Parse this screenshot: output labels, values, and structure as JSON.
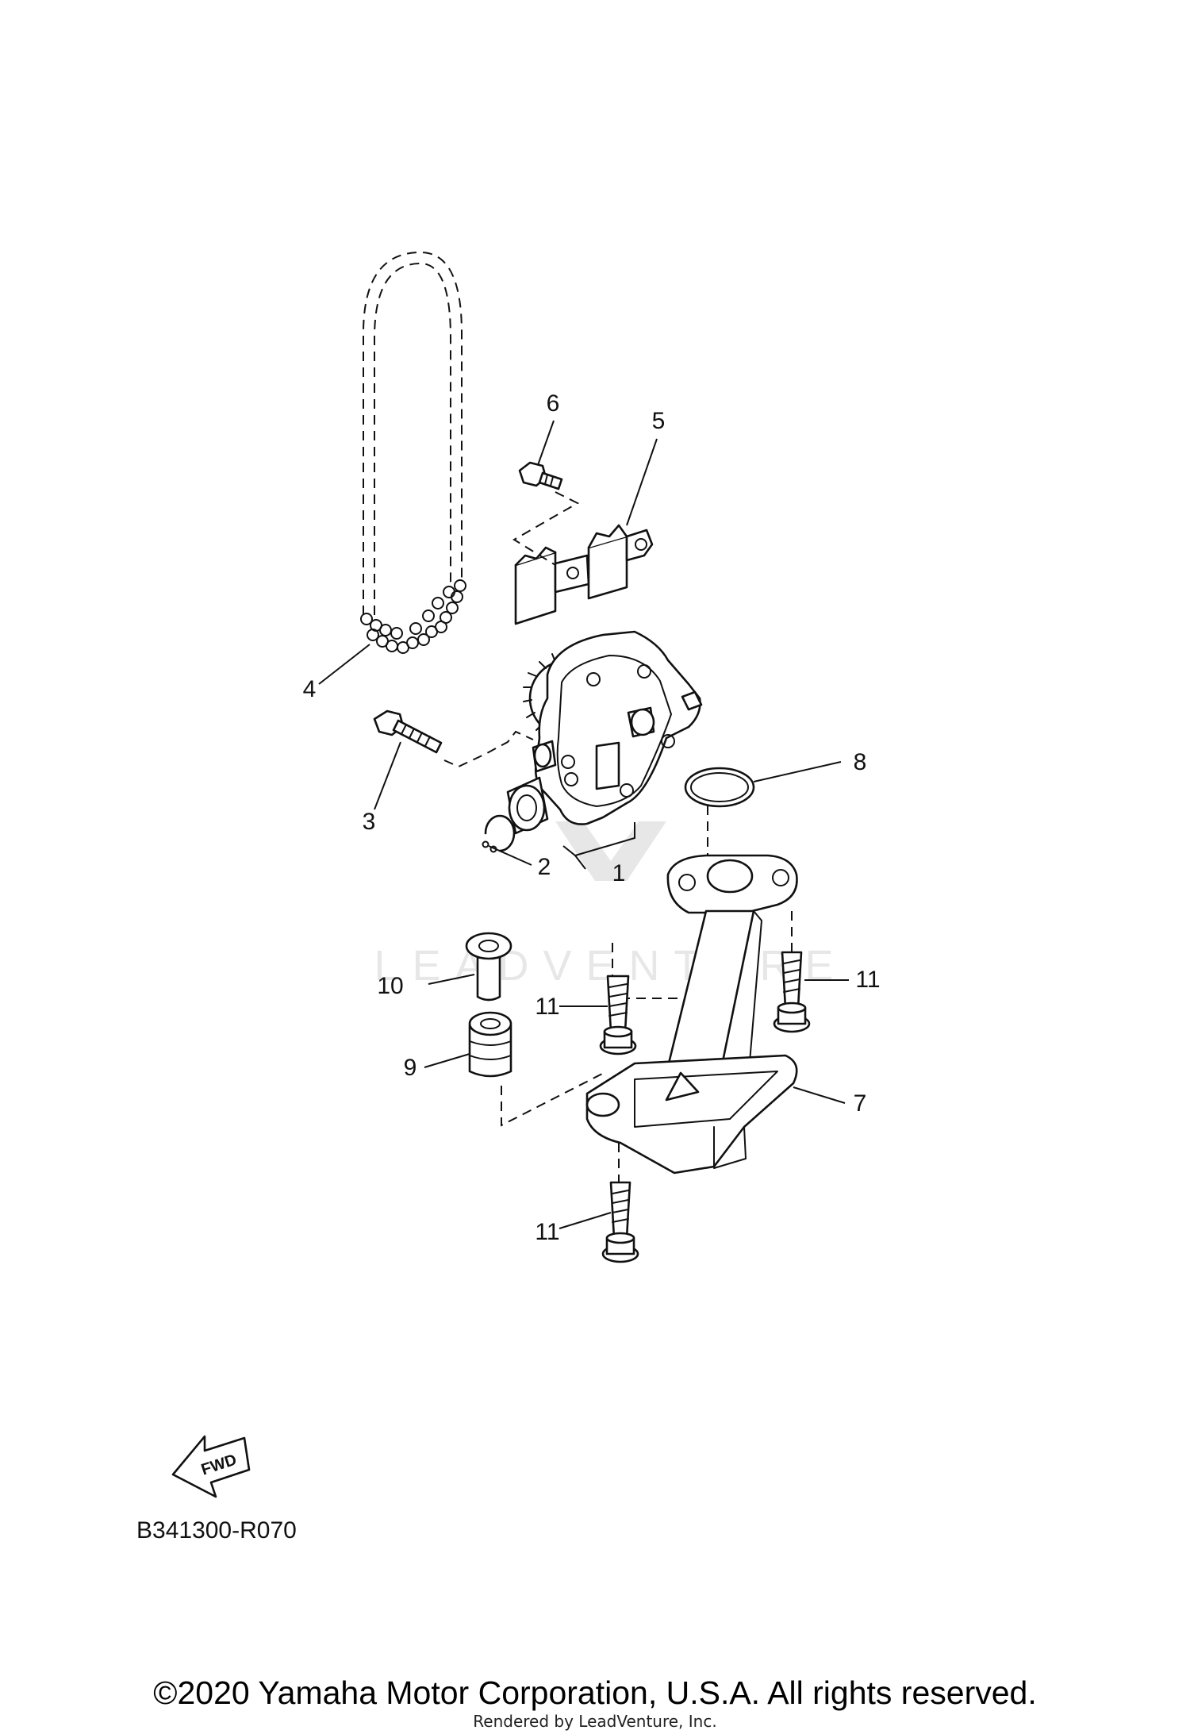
{
  "diagram": {
    "callouts": {
      "p1": "1",
      "p2": "2",
      "p3": "3",
      "p4": "4",
      "p5": "5",
      "p6": "6",
      "p7": "7",
      "p8": "8",
      "p9": "9",
      "p10": "10",
      "p11a": "11",
      "p11b": "11",
      "p11c": "11"
    },
    "fwd_label": "FWD",
    "diagram_code": "B341300-R070",
    "watermark": "LEADVENTURE"
  },
  "footer": {
    "copyright": "©2020 Yamaha Motor Corporation, U.S.A. All rights reserved.",
    "rendered_by": "Rendered by LeadVenture, Inc."
  }
}
